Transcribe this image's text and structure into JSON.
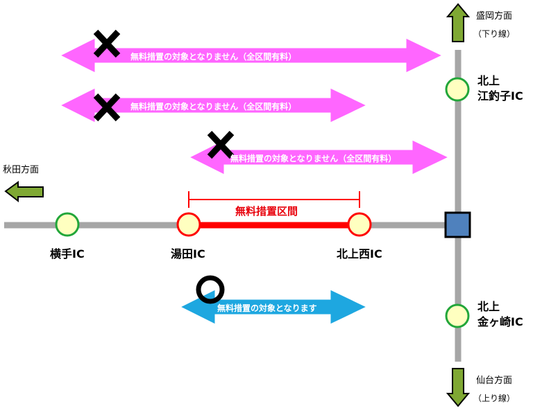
{
  "directions": {
    "morioka": "盛岡方面",
    "morioka_sub": "（下り線）",
    "akita": "秋田方面",
    "sendai": "仙台方面",
    "sendai_sub": "（上り線）"
  },
  "interchanges": {
    "yokote": "横手IC",
    "yuda": "湯田IC",
    "kitakami_nishi": "北上西IC",
    "kitakami_esashi_line1": "北上",
    "kitakami_esashi_line2": "江釣子IC",
    "kitakami_kanegasaki_line1": "北上",
    "kitakami_kanegasaki_line2": "金ヶ崎IC"
  },
  "free_section_label": "無料措置区間",
  "routes": [
    {
      "text": "無料措置の対象となりません（全区間有料）",
      "mark": "×",
      "color": "#ff66ff"
    },
    {
      "text": "無料措置の対象となりません（全区間有料）",
      "mark": "×",
      "color": "#ff66ff"
    },
    {
      "text": "無料措置の対象となりません（全区間有料）",
      "mark": "×",
      "color": "#ff66ff"
    },
    {
      "text": "無料措置の対象となります",
      "mark": "○",
      "color": "#1ea7e0"
    }
  ],
  "colors": {
    "road": "#a6a6a6",
    "free_section": "#ff0000",
    "node_fill": "#ffffc0",
    "node_green": "#22a63a",
    "node_red": "#ff0000",
    "jct_fill": "#4f81bd",
    "direction_arrow": "#7fa833"
  },
  "icons": {
    "not_applicable": "cross-icon",
    "applicable": "circle-icon",
    "junction": "junction-square-icon",
    "direction": "direction-arrow-icon"
  }
}
